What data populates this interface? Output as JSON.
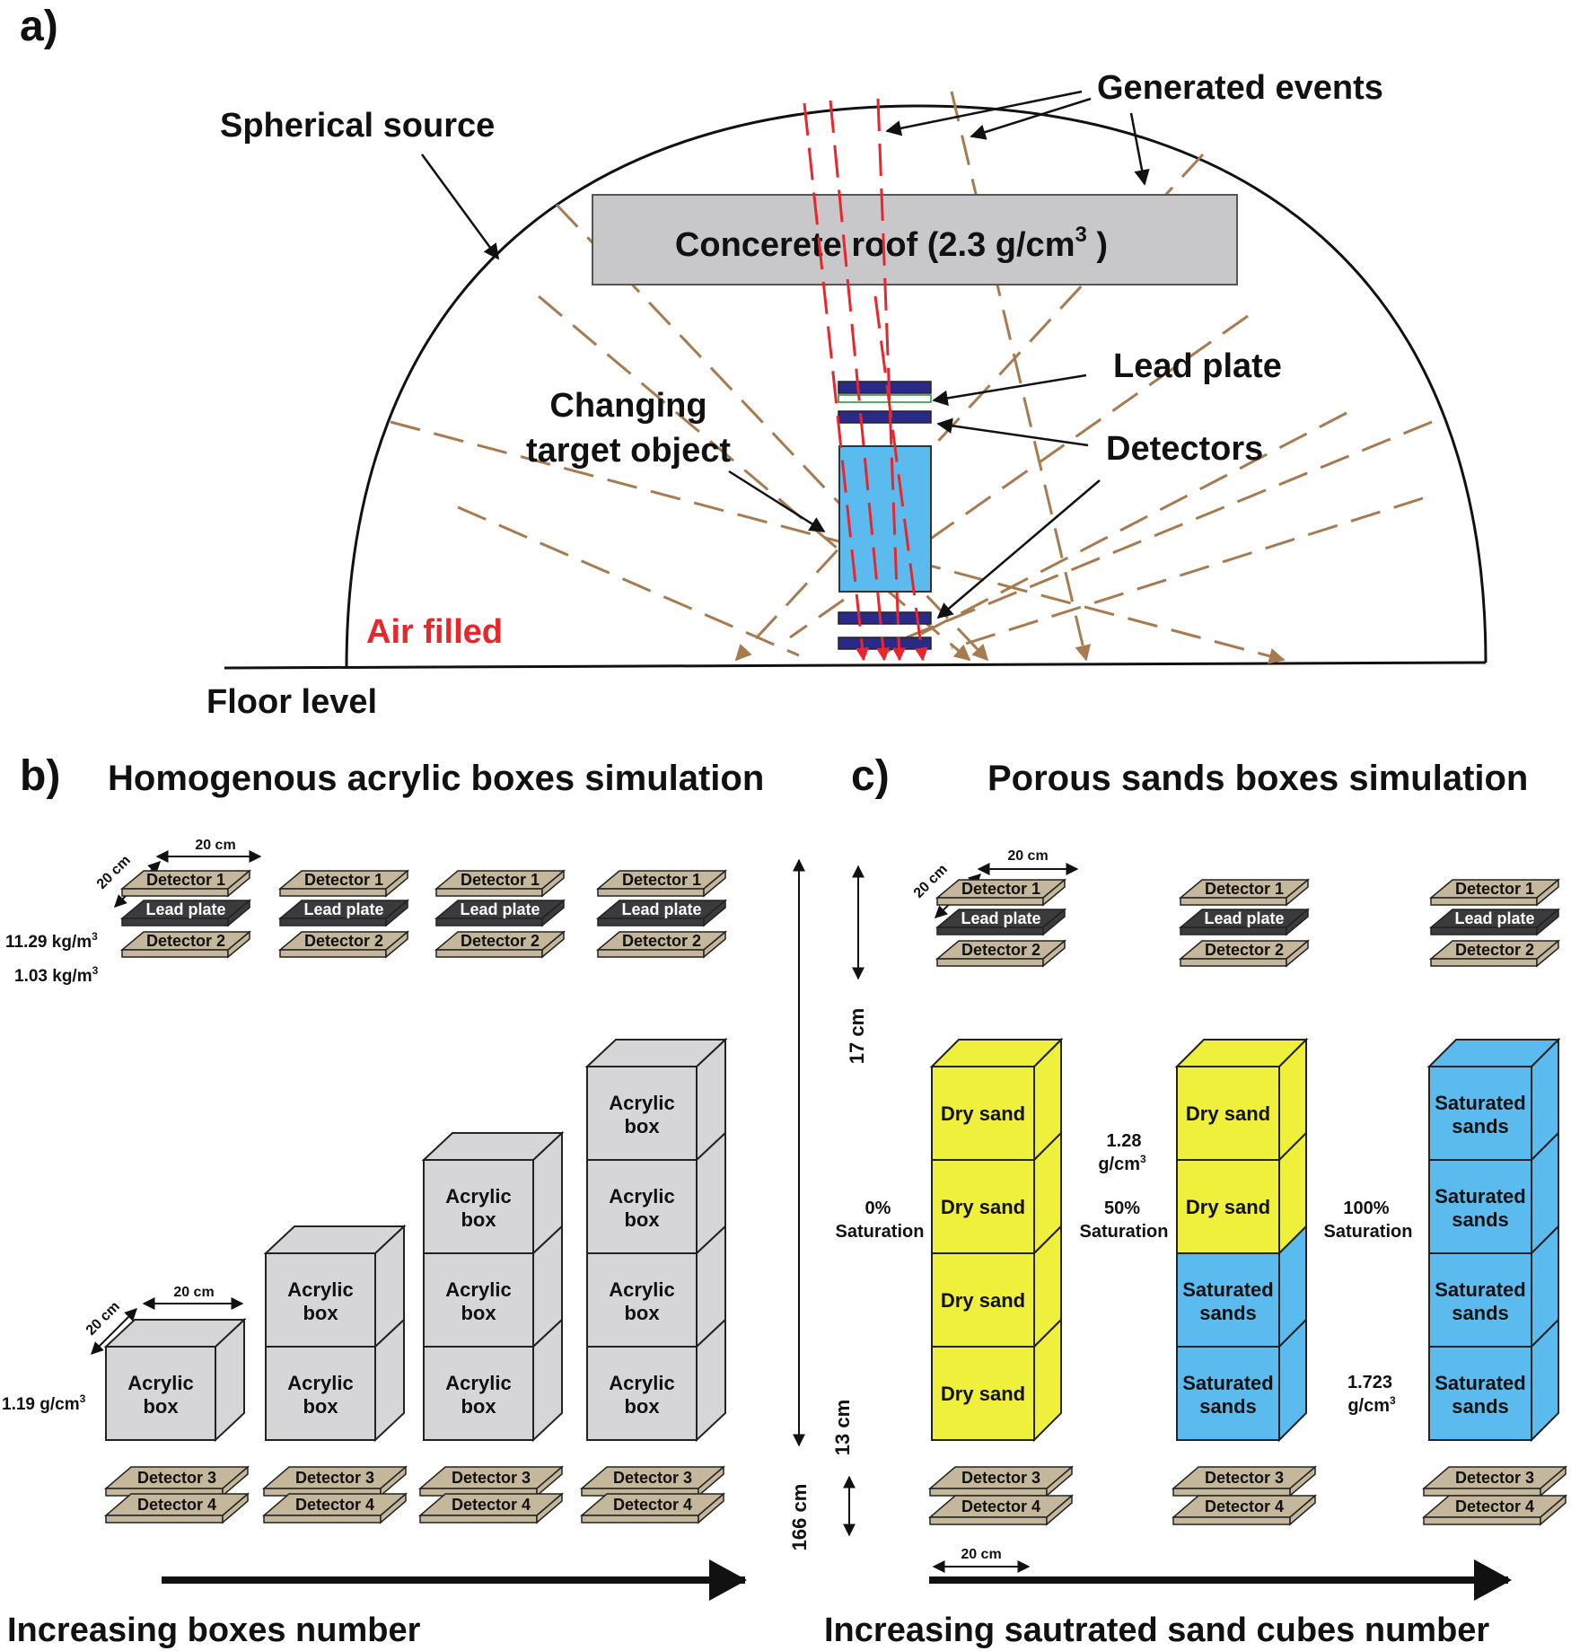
{
  "colors": {
    "concrete": "#c8c8ca",
    "detector_bar": "#2a2a88",
    "target": "#5bbbef",
    "air": "#e8262c",
    "brown_ray": "#a77b4f",
    "red_ray": "#e8262c",
    "plate_tan": "#c4b79b",
    "lead_dark": "#3b3b3d",
    "acrylic": "#d6d6d8",
    "dry_sand": "#eef03b",
    "saturated": "#5bbbef"
  },
  "panel_a": {
    "label": "a)",
    "spherical_source": "Spherical source",
    "generated_events": "Generated events",
    "concrete_roof": "Concerete roof (2.3 g/cm",
    "concrete_sup": "3",
    "concrete_close": " )",
    "lead_plate": "Lead plate",
    "changing_1": "Changing",
    "changing_2": "target object",
    "detectors": "Detectors",
    "air_filled": "Air filled",
    "floor_level": "Floor level"
  },
  "panel_b": {
    "label": "b)",
    "title": "Homogenous acrylic boxes simulation",
    "dim_20cm": "20 cm",
    "lead_density": "11.29 kg/m",
    "lead_density_sup": "3",
    "detector_density": "1.03 kg/m",
    "detector_density_sup": "3",
    "acrylic_density": "1.19 g/cm",
    "acrylic_density_sup": "3",
    "detector1": "Detector 1",
    "lead_plate": "Lead plate",
    "detector2": "Detector 2",
    "detector3": "Detector 3",
    "detector4": "Detector 4",
    "box_line1": "Acrylic",
    "box_line2": "box",
    "arrow_label": "Increasing boxes number"
  },
  "panel_c": {
    "label": "c)",
    "title": "Porous sands boxes simulation",
    "dim_20cm": "20 cm",
    "dim_17cm": "17 cm",
    "dim_13cm": "13 cm",
    "dim_166cm": "166 cm",
    "detector1": "Detector 1",
    "lead_plate": "Lead plate",
    "detector2": "Detector 2",
    "detector3": "Detector 3",
    "detector4": "Detector 4",
    "dry_sand": "Dry sand",
    "saturated_1": "Saturated",
    "saturated_2": "sands",
    "sat0_1": "0%",
    "sat0_2": "Saturation",
    "sat50_1": "50%",
    "sat50_2": "Saturation",
    "sat100_1": "100%",
    "sat100_2": "Saturation",
    "dry_density_1": "1.28",
    "dry_density_2": "g/cm",
    "dry_density_sup": "3",
    "sat_density_1": "1.723",
    "sat_density_2": "g/cm",
    "sat_density_sup": "3",
    "arrow_label": "Increasing sautrated sand cubes number"
  }
}
